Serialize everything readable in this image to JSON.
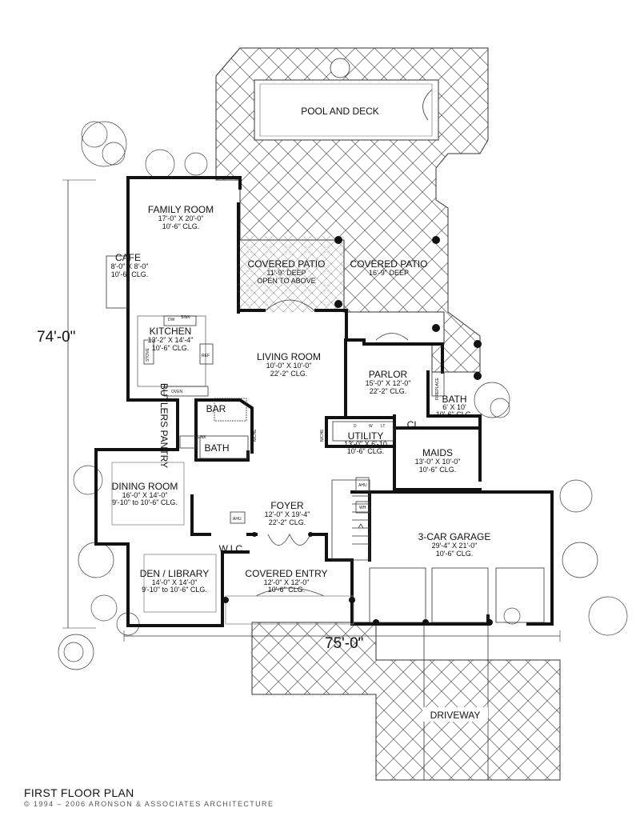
{
  "plan": {
    "title": "FIRST FLOOR PLAN",
    "copyright": "© 1994 – 2006 ARONSON & ASSOCIATES ARCHITECTURE",
    "dimensions": {
      "depth": "74'-0\"",
      "width": "75'-0\""
    },
    "rooms": {
      "pool": {
        "name": "POOL AND DECK"
      },
      "family": {
        "name": "FAMILY ROOM",
        "size": "17'-0\" X 20'-0\"",
        "ceiling": "10'-6\" CLG."
      },
      "cafe": {
        "name": "CAFE",
        "size": "8'-0\" X 8'-0\"",
        "ceiling": "10'-6\" CLG."
      },
      "patio1": {
        "name": "COVERED PATIO",
        "size": "11'-9\" DEEP",
        "ceiling": "OPEN TO ABOVE"
      },
      "patio2": {
        "name": "COVERED PATIO",
        "size": "16'-9\" DEEP"
      },
      "kitchen": {
        "name": "KITCHEN",
        "size": "13'-2\" X 14'-4\"",
        "ceiling": "10'-6\" CLG."
      },
      "living": {
        "name": "LIVING ROOM",
        "size": "10'-0\" X 10'-0\"",
        "ceiling": "22'-2\" CLG."
      },
      "parlor": {
        "name": "PARLOR",
        "size": "15'-0\" X 12'-0\"",
        "ceiling": "22'-2\" CLG."
      },
      "bath_maid": {
        "name": "BATH",
        "size": "6' X 10'",
        "ceiling": "10'-6\" CLG."
      },
      "bar": {
        "name": "BAR"
      },
      "butlers": {
        "name": "BUTLERS PANTRY"
      },
      "bath_main": {
        "name": "BATH"
      },
      "utility": {
        "name": "UTILITY",
        "size": "13'-0\" X 6'-10",
        "ceiling": "10'-6\" CLG."
      },
      "closet": {
        "name": "CL."
      },
      "maids": {
        "name": "MAIDS",
        "size": "13'-0\" X 10'-0\"",
        "ceiling": "10'-6\" CLG."
      },
      "dining": {
        "name": "DINING ROOM",
        "size": "16'-0\" X 14'-0\"",
        "ceiling": "9'-10\" to 10'-6\" CLG."
      },
      "foyer": {
        "name": "FOYER",
        "size": "12'-0\" X 19'-4\"",
        "ceiling": "22'-2\" CLG."
      },
      "garage": {
        "name": "3-CAR GARAGE",
        "size": "29'-4\" X 21'-0\"",
        "ceiling": "10'-6\" CLG."
      },
      "wic": {
        "name": "W.I.C."
      },
      "den": {
        "name": "DEN / LIBRARY",
        "size": "14'-0\" X 14'-0\"",
        "ceiling": "9'-10\" to 10'-6\" CLG."
      },
      "entry": {
        "name": "COVERED ENTRY",
        "size": "12'-0\" X 12'-0\"",
        "ceiling": "10'-6\" CLG."
      },
      "driveway": {
        "name": "DRIVEWAY"
      }
    },
    "fixtures": {
      "dw": "DW",
      "sink": "SINK",
      "stove": "STOVE",
      "ref": "REF",
      "oven": "OVEN",
      "sink_bar": "SINK",
      "ahu_dining": "AHU",
      "ahu_utility": "AHU",
      "wh": "WH",
      "niche_living": "NICHE",
      "niche_utility": "NICHE",
      "fireplace": "FIREPLACE",
      "dryer": "D",
      "washer": "W",
      "laundry_tub": "LT"
    }
  }
}
